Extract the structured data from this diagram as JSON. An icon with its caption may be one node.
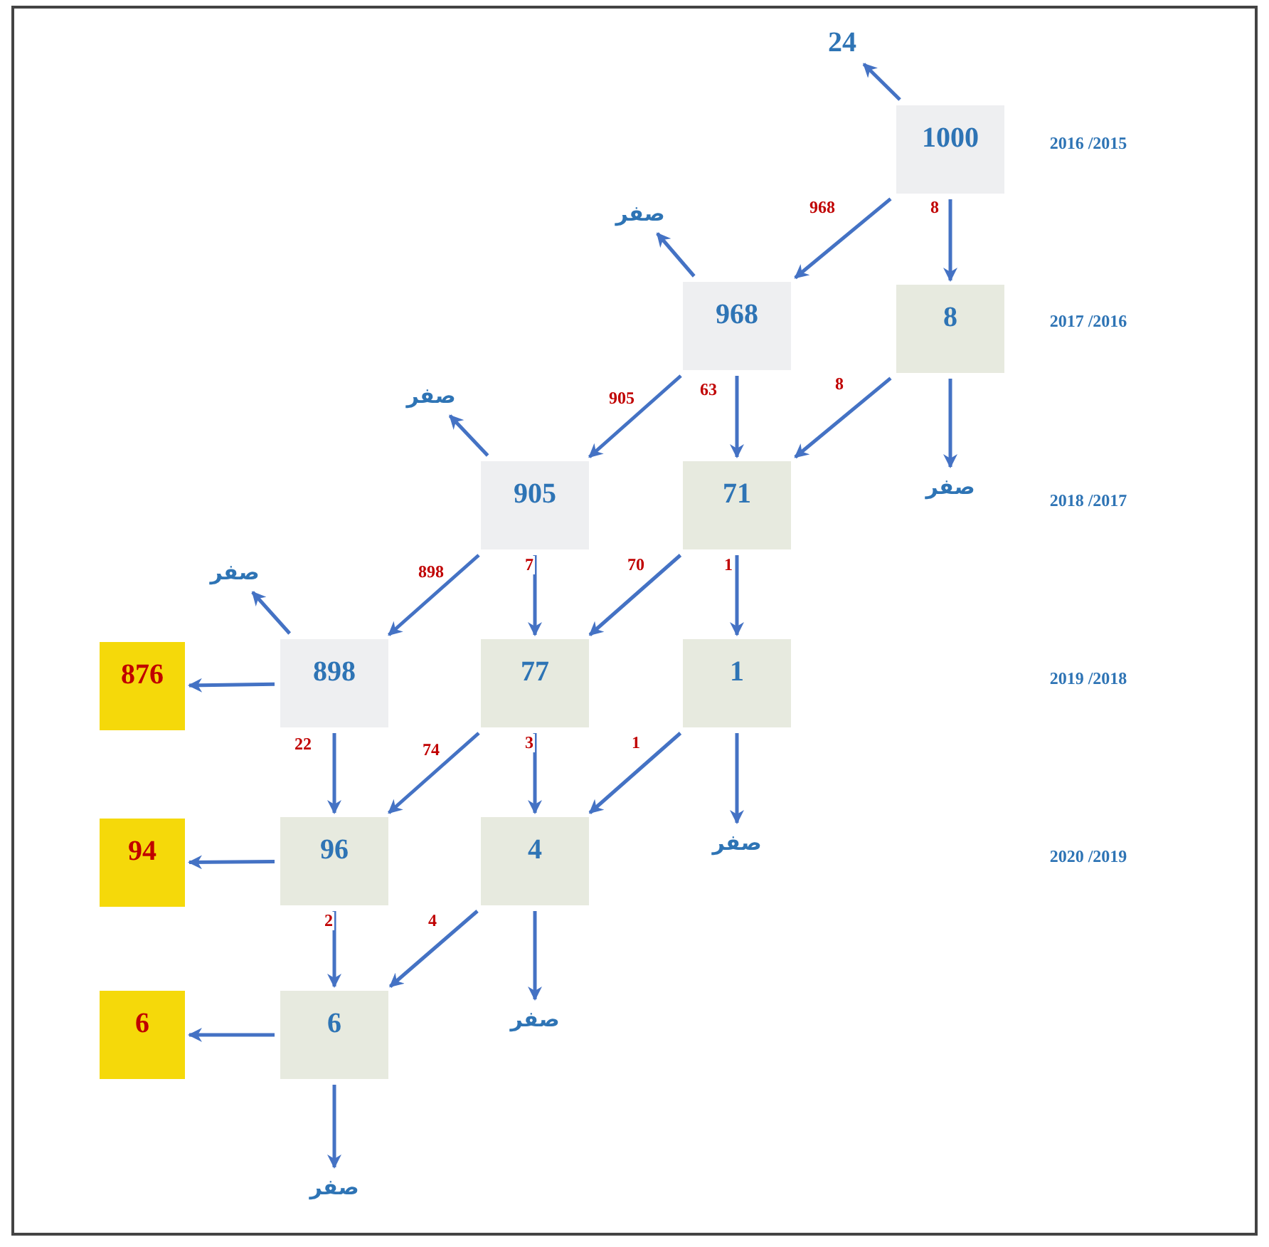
{
  "diagram": {
    "nodes": [
      {
        "text": [
          "24"
        ]
      },
      {
        "text": [
          "1000"
        ]
      },
      {
        "text": [
          "صفر"
        ]
      },
      {
        "text": [
          "968"
        ]
      },
      {
        "text": [
          "8"
        ]
      },
      {
        "text": [
          "صفر"
        ]
      },
      {
        "text": [
          "905"
        ]
      },
      {
        "text": [
          "71"
        ]
      },
      {
        "text": [
          "صفر"
        ]
      },
      {
        "text": [
          "صفر"
        ]
      },
      {
        "text": [
          "876"
        ]
      },
      {
        "text": [
          "898"
        ]
      },
      {
        "text": [
          "77"
        ]
      },
      {
        "text": [
          "1"
        ]
      },
      {
        "text": [
          "94"
        ]
      },
      {
        "text": [
          "96"
        ]
      },
      {
        "text": [
          "4"
        ]
      },
      {
        "text": [
          "صفر"
        ]
      },
      {
        "text": [
          "6"
        ]
      },
      {
        "text": [
          "6"
        ]
      },
      {
        "text": [
          "صفر"
        ]
      },
      {
        "text": [
          "صفر"
        ]
      }
    ],
    "edges": [
      {
        "from": 1,
        "to": 0,
        "arrow": "to"
      },
      {
        "from": 1,
        "to": 3,
        "arrow": "to",
        "label": "968"
      },
      {
        "from": 1,
        "to": 4,
        "arrow": "to",
        "label": "8"
      },
      {
        "from": 3,
        "to": 2,
        "arrow": "to"
      },
      {
        "from": 3,
        "to": 7,
        "arrow": "to",
        "label": "63"
      },
      {
        "from": 4,
        "to": 7,
        "arrow": "to",
        "label": "8"
      },
      {
        "from": 4,
        "to": 8,
        "arrow": "to"
      },
      {
        "from": 3,
        "to": 6,
        "arrow": "to",
        "label": "905"
      },
      {
        "from": 6,
        "to": 5,
        "arrow": "to"
      },
      {
        "from": 6,
        "to": 11,
        "arrow": "to",
        "label": "898"
      },
      {
        "from": 6,
        "to": 12,
        "arrow": "to",
        "label": "7"
      },
      {
        "from": 7,
        "to": 12,
        "arrow": "to",
        "label": "70"
      },
      {
        "from": 7,
        "to": 13,
        "arrow": "to",
        "label": "1"
      },
      {
        "from": 11,
        "to": 9,
        "arrow": "to"
      },
      {
        "from": 11,
        "to": 10,
        "arrow": "to"
      },
      {
        "from": 11,
        "to": 15,
        "arrow": "to",
        "label": "22"
      },
      {
        "from": 12,
        "to": 15,
        "arrow": "to",
        "label": "74"
      },
      {
        "from": 12,
        "to": 16,
        "arrow": "to",
        "label": "3"
      },
      {
        "from": 13,
        "to": 16,
        "arrow": "to",
        "label": "1"
      },
      {
        "from": 13,
        "to": 17,
        "arrow": "to"
      },
      {
        "from": 15,
        "to": 14,
        "arrow": "to"
      },
      {
        "from": 15,
        "to": 19,
        "arrow": "to",
        "label": "2"
      },
      {
        "from": 16,
        "to": 19,
        "arrow": "to",
        "label": "4"
      },
      {
        "from": 16,
        "to": 20,
        "arrow": "to"
      },
      {
        "from": 19,
        "to": 18,
        "arrow": "to"
      },
      {
        "from": 19,
        "to": 21,
        "arrow": "to"
      }
    ],
    "labels": [
      "2016 /2015",
      "2017 /2016",
      "2018 /2017",
      "2019 /2018",
      "2020 /2019"
    ]
  }
}
